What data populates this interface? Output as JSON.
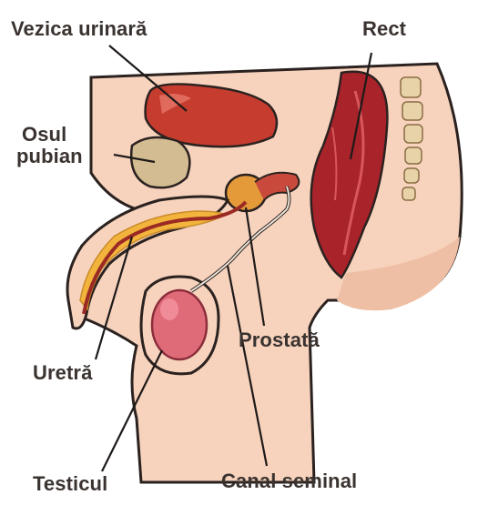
{
  "labels": {
    "bladder": "Vezica urinară",
    "rectum": "Rect",
    "pubic_bone": [
      "Osul",
      "pubian"
    ],
    "prostate": "Prostată",
    "urethra": "Uretră",
    "testicle": "Testicul",
    "seminal_canal": "Canal seminal"
  },
  "colors": {
    "skin": "#f7d3bd",
    "skin_shadow": "#efbfa5",
    "bladder": "#c63d2f",
    "rectum": "#a8232a",
    "bone": "#d4bc92",
    "testicle": "#e06b78",
    "urethra_glow": "#f2b43c",
    "outline": "#2b2220",
    "label_text": "#3a3330",
    "leader_line": "#1e1a19"
  }
}
